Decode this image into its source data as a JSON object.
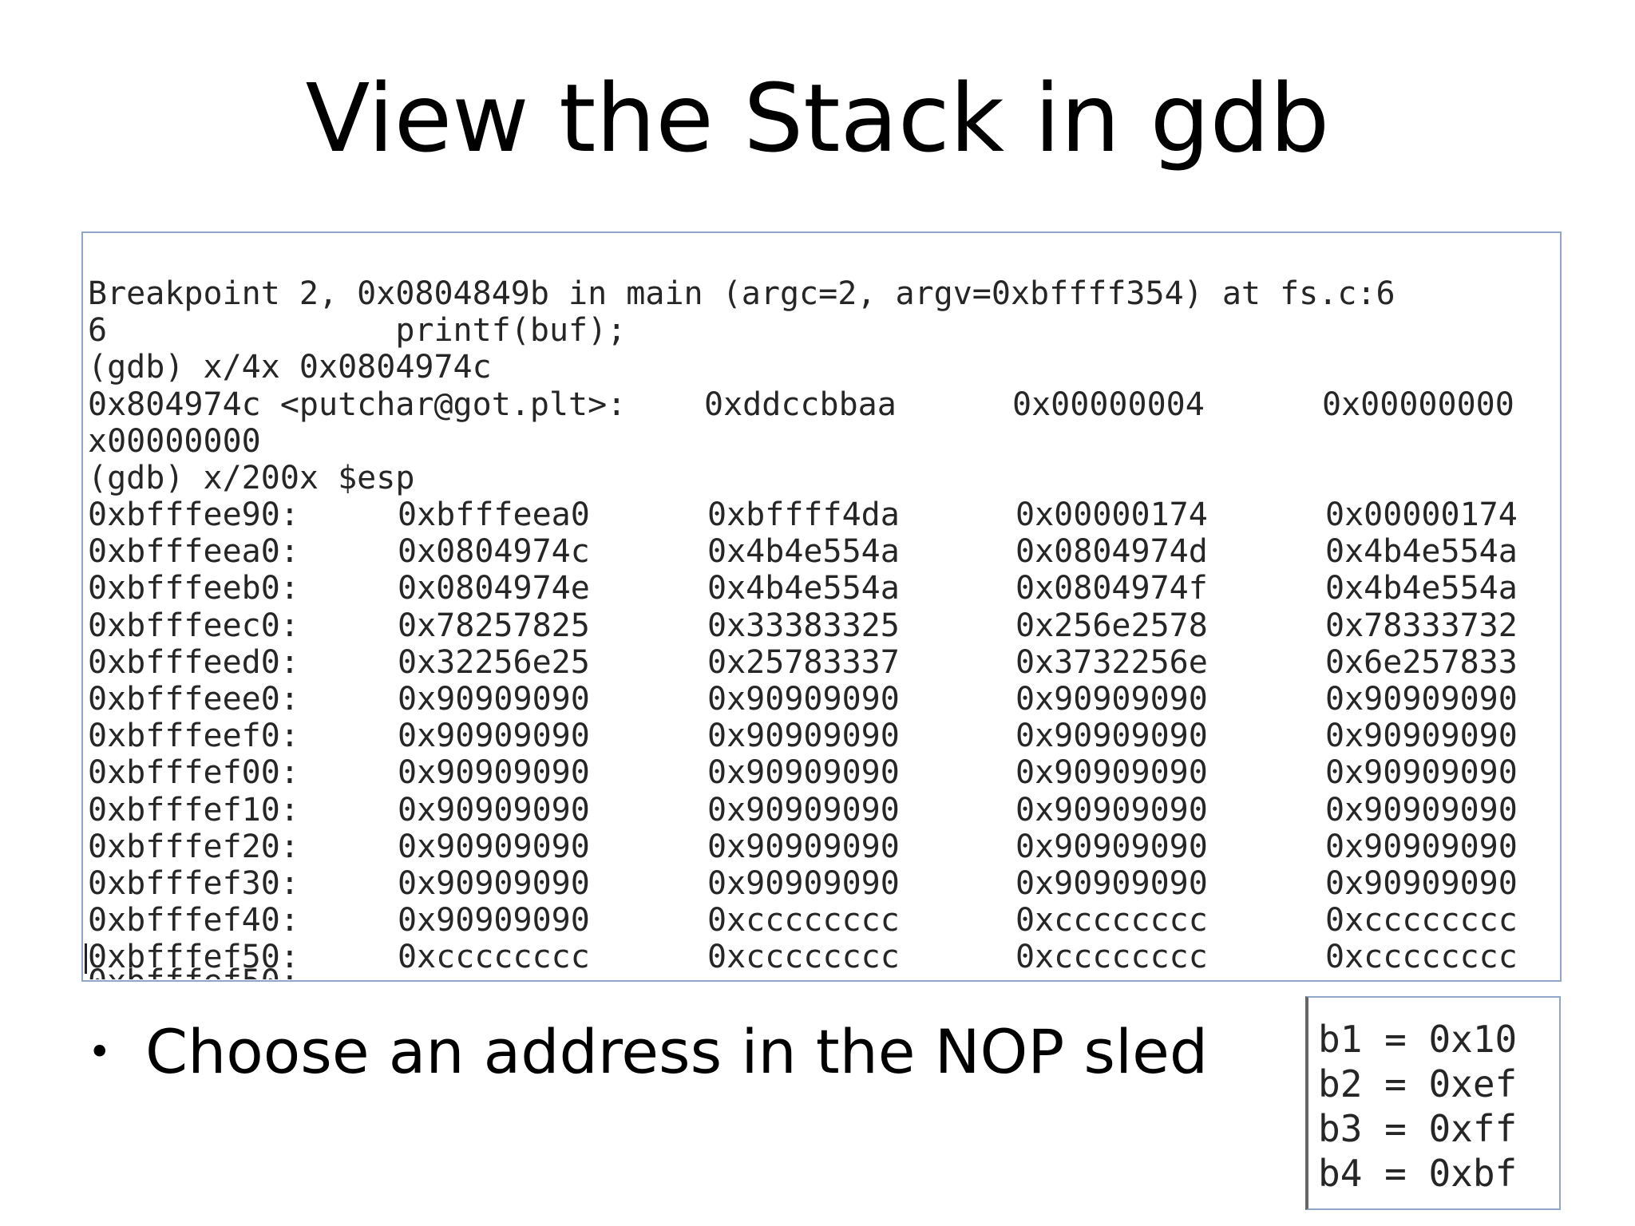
{
  "slide": {
    "title": "View the Stack in gdb",
    "bullet": "Choose an address in the NOP sled"
  },
  "terminal": {
    "intro_lines": [
      "Breakpoint 2, 0x0804849b in main (argc=2, argv=0xbffff354) at fs.c:6",
      "6               printf(buf);",
      "(gdb) x/4x 0x0804974c"
    ],
    "x4_row": {
      "label": "0x804974c <putchar@got.plt>:",
      "w1": "0xddccbbaa",
      "w2": "0x00000004",
      "w3": "0x00000000"
    },
    "wrap_line": "x00000000",
    "esp_command": "(gdb) x/200x $esp",
    "rows": [
      {
        "addr": "0xbfffee90:",
        "w": [
          "0xbfffeea0",
          "0xbffff4da",
          "0x00000174",
          "0x00000174"
        ]
      },
      {
        "addr": "0xbfffeea0:",
        "w": [
          "0x0804974c",
          "0x4b4e554a",
          "0x0804974d",
          "0x4b4e554a"
        ]
      },
      {
        "addr": "0xbfffeeb0:",
        "w": [
          "0x0804974e",
          "0x4b4e554a",
          "0x0804974f",
          "0x4b4e554a"
        ]
      },
      {
        "addr": "0xbfffeec0:",
        "w": [
          "0x78257825",
          "0x33383325",
          "0x256e2578",
          "0x78333732"
        ]
      },
      {
        "addr": "0xbfffeed0:",
        "w": [
          "0x32256e25",
          "0x25783337",
          "0x3732256e",
          "0x6e257833"
        ]
      },
      {
        "addr": "0xbfffeee0:",
        "w": [
          "0x90909090",
          "0x90909090",
          "0x90909090",
          "0x90909090"
        ]
      },
      {
        "addr": "0xbfffeef0:",
        "w": [
          "0x90909090",
          "0x90909090",
          "0x90909090",
          "0x90909090"
        ]
      },
      {
        "addr": "0xbfffef00:",
        "w": [
          "0x90909090",
          "0x90909090",
          "0x90909090",
          "0x90909090"
        ]
      },
      {
        "addr": "0xbfffef10:",
        "w": [
          "0x90909090",
          "0x90909090",
          "0x90909090",
          "0x90909090"
        ]
      },
      {
        "addr": "0xbfffef20:",
        "w": [
          "0x90909090",
          "0x90909090",
          "0x90909090",
          "0x90909090"
        ]
      },
      {
        "addr": "0xbfffef30:",
        "w": [
          "0x90909090",
          "0x90909090",
          "0x90909090",
          "0x90909090"
        ]
      },
      {
        "addr": "0xbfffef40:",
        "w": [
          "0x90909090",
          "0xcccccccc",
          "0xcccccccc",
          "0xcccccccc"
        ]
      },
      {
        "addr": "0xbfffef50:",
        "w": [
          "0xcccccccc",
          "0xcccccccc",
          "0xcccccccc",
          "0xcccccccc"
        ]
      }
    ]
  },
  "byte_box": {
    "lines": [
      "b1 = 0x10",
      "b2 = 0xef",
      "b3 = 0xff",
      "b4 = 0xbf"
    ]
  }
}
